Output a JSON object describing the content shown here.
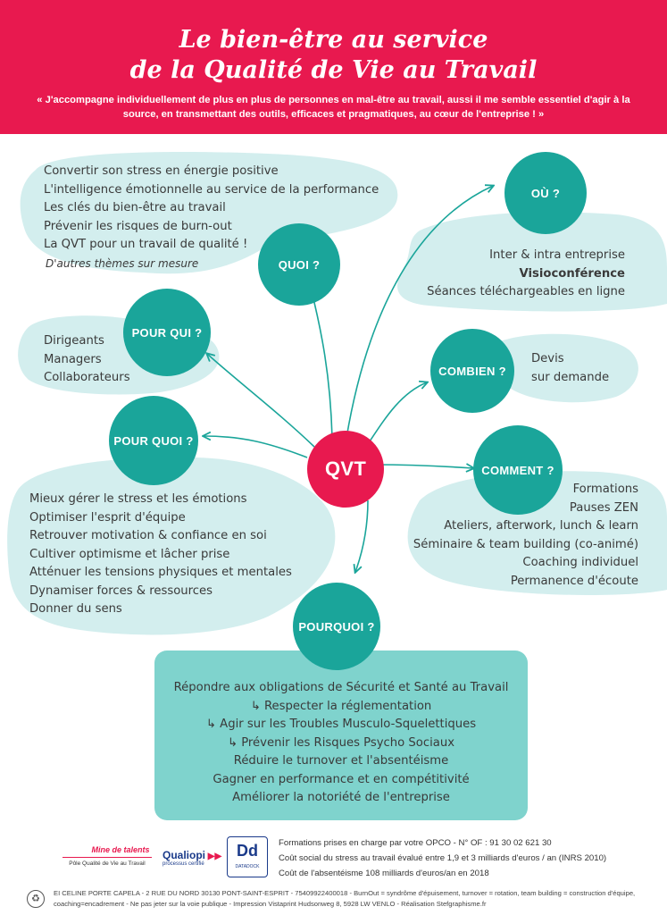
{
  "header": {
    "title_line1": "Le bien-être au service",
    "title_line2": "de la Qualité de Vie au Travail",
    "quote": "« J'accompagne individuellement de plus en plus de personnes en mal-être au travail, aussi il me semble essentiel d'agir à la source, en transmettant des outils, efficaces et pragmatiques, au cœur de l'entreprise ! »"
  },
  "colors": {
    "accent_red": "#e8194f",
    "teal": "#1aa59a",
    "light_teal": "#d3eeee",
    "box_teal": "#7fd3cd"
  },
  "center": {
    "label": "QVT"
  },
  "quoi": {
    "label": "QUOI ?",
    "items": [
      "Convertir son stress en énergie positive",
      "L'intelligence émotionnelle au service de la performance",
      "Les clés du bien-être au travail",
      "Prévenir les risques de burn-out",
      "La QVT pour un travail de qualité !"
    ],
    "extra": "D'autres thèmes sur mesure"
  },
  "ou": {
    "label": "OÙ ?",
    "items": [
      "Inter & intra entreprise",
      "Visioconférence",
      "Séances téléchargeables en ligne"
    ]
  },
  "pour_qui": {
    "label": "POUR QUI ?",
    "items": [
      "Dirigeants",
      "Managers",
      "Collaborateurs"
    ]
  },
  "combien": {
    "label": "COMBIEN ?",
    "items": [
      "Devis",
      "sur demande"
    ]
  },
  "pour_quoi": {
    "label": "POUR QUOI ?",
    "items": [
      "Mieux gérer le stress et les émotions",
      "Optimiser l'esprit d'équipe",
      "Retrouver motivation & confiance en soi",
      "Cultiver optimisme et lâcher prise",
      "Atténuer les tensions physiques et mentales",
      "Dynamiser forces & ressources",
      "Donner du sens"
    ]
  },
  "comment": {
    "label": "COMMENT ?",
    "items": [
      "Formations",
      "Pauses ZEN",
      "Ateliers, afterwork, lunch & learn",
      "Séminaire & team building (co-animé)",
      "Coaching individuel",
      "Permanence d'écoute"
    ]
  },
  "pourquoi": {
    "label": "POURQUOI ?",
    "items": [
      "Répondre aux obligations de Sécurité et Santé au Travail",
      "Respecter la réglementation",
      "Agir sur les Troubles Musculo-Squelettiques",
      "Prévenir les Risques Psycho Sociaux",
      "Réduire le turnover et l'absentéisme",
      "Gagner en performance et en compétitivité",
      "Améliorer la notoriété de l'entreprise"
    ]
  },
  "logos": {
    "mine": "Mine de talents",
    "mine_sub": "Pôle Qualité de Vie au Travail",
    "qualiopi": "Qualiopi",
    "qualiopi_sub": "processus certifié",
    "datadock": "Dd",
    "datadock_sub": "DATADOCK"
  },
  "footer": {
    "line1": "Formations prises en charge par votre OPCO - N° OF : 91 30 02 621 30",
    "line2": "Coût social du stress au travail évalué entre 1,9 et 3 milliards d'euros / an (INRS 2010)",
    "line3": "Coût de l'absentéisme 108 milliards d'euros/an en 2018",
    "legal": "EI CELINE PORTE CAPELA - 2 RUE DU NORD 30130 PONT-SAINT-ESPRIT - 75409922400018 - BurnOut = syndrôme d'épuisement, turnover = rotation, team building = construction d'équipe, coaching=encadrement - Ne pas jeter sur la voie publique - Impression Vistaprint Hudsonweg 8, 5928 LW VENLO - Réalisation Stefgraphisme.fr"
  }
}
